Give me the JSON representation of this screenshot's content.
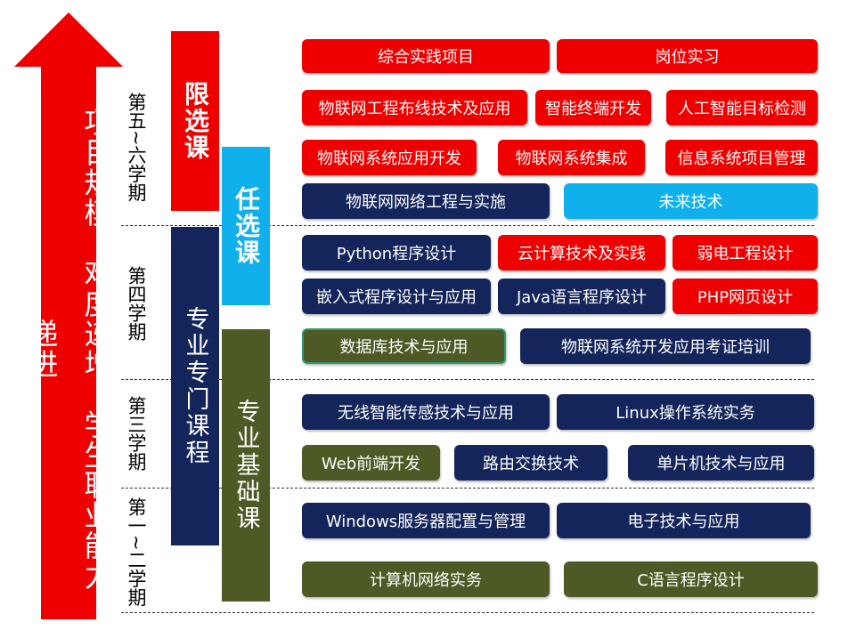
{
  "arrow": {
    "label": "项目规模、难度递增，学生职业能力递进",
    "color": "#ee0000"
  },
  "semesters": {
    "s56": "第五~六学期",
    "s4": "第四学期",
    "s3": "第三学期",
    "s12": "第一~二学期"
  },
  "categories": {
    "limited": "限选课",
    "elective": "任选课",
    "major": "专业专门课程",
    "basic": "专业基础课"
  },
  "colors": {
    "red": "#ee0000",
    "navy": "#14255b",
    "olive": "#4d5a25",
    "sky": "#0fb0ec"
  },
  "courses": {
    "r1a": "综合实践项目",
    "r1b": "岗位实习",
    "r2a": "物联网工程布线技术及应用",
    "r2b": "智能终端开发",
    "r2c": "人工智能目标检测",
    "r3a": "物联网系统应用开发",
    "r3b": "物联网系统集成",
    "r3c": "信息系统项目管理",
    "r4a": "物联网网络工程与实施",
    "r4b": "未来技术",
    "r5a": "Python程序设计",
    "r5b": "云计算技术及实践",
    "r5c": "弱电工程设计",
    "r6a": "嵌入式程序设计与应用",
    "r6b": "Java语言程序设计",
    "r6c": "PHP网页设计",
    "r7a": "数据库技术与应用",
    "r7b": "物联网系统开发应用考证培训",
    "r8a": "无线智能传感技术与应用",
    "r8b": "Linux操作系统实务",
    "r9a": "Web前端开发",
    "r9b": "路由交换技术",
    "r9c": "单片机技术与应用",
    "r10a": "Windows服务器配置与管理",
    "r10b": "电子技术与应用",
    "r11a": "计算机网络实务",
    "r11b": "C语言程序设计"
  }
}
